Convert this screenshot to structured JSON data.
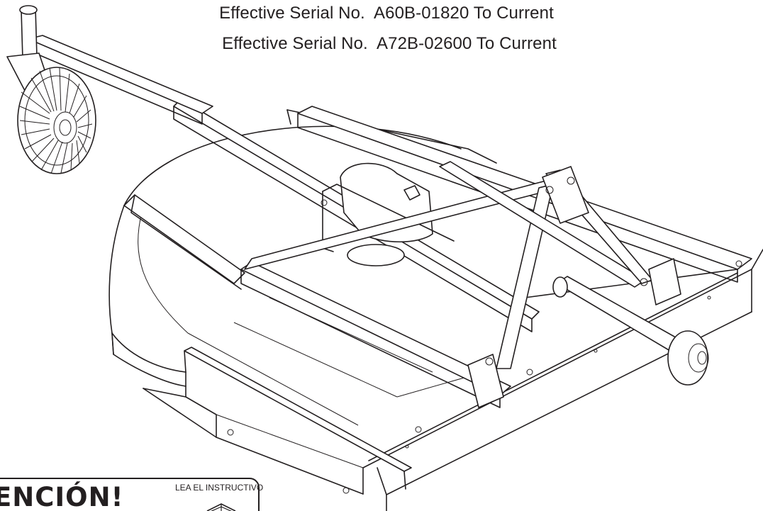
{
  "header": {
    "serial_lines": [
      "Effective Serial No.  A60B-01820 To Current",
      "Effective Serial No.  A72B-02600 To Current"
    ]
  },
  "illustration": {
    "subject": "rotary-cutter-mower-isometric-drawing"
  },
  "warning_label": {
    "heading": "ENCIÓN!",
    "subtext": "LEA EL INSTRUCTIVO",
    "icon": "open-manual-icon"
  },
  "colors": {
    "ink": "#231f20",
    "background": "#ffffff"
  }
}
